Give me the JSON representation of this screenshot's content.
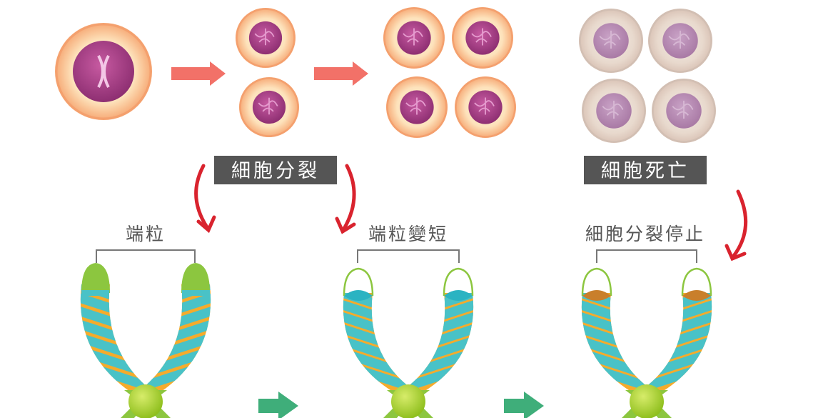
{
  "labels": {
    "cell_division": "細胞分裂",
    "cell_death": "細胞死亡",
    "telomere": "端粒",
    "telomere_shorten": "端粒變短",
    "division_stop": "細胞分裂停止"
  },
  "colors": {
    "cell_outer": "#f9c08c",
    "cell_inner": "#fde7c4",
    "nucleus": "#b5468f",
    "nucleus_dead": "#b98ab5",
    "arrow_salmon": "#f27168",
    "arrow_red": "#d9232e",
    "arrow_green": "#3fae7a",
    "chrom_orange": "#f5ab2c",
    "chrom_teal": "#49c2c7",
    "telomere_green": "#8cc63f",
    "centromere": "#b5d334",
    "label_bg": "#555555"
  }
}
